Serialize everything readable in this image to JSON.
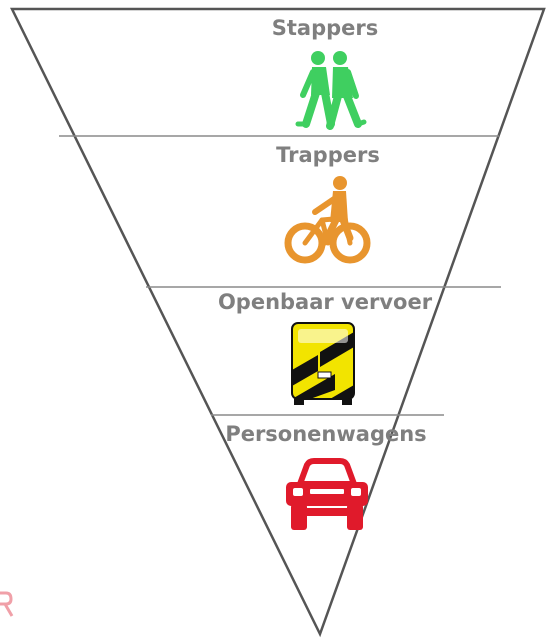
{
  "pyramid": {
    "outline_color": "#555555",
    "divider_color": "#888888",
    "tiers": [
      {
        "label": "Stappers",
        "icon": "pedestrians-icon",
        "color": "#3fcf60"
      },
      {
        "label": "Trappers",
        "icon": "cyclist-icon",
        "color": "#e8952e"
      },
      {
        "label": "Openbaar vervoer",
        "icon": "bus-icon",
        "color": "#f2e400"
      },
      {
        "label": "Personenwagens",
        "icon": "car-icon",
        "color": "#e01a2b"
      }
    ]
  }
}
